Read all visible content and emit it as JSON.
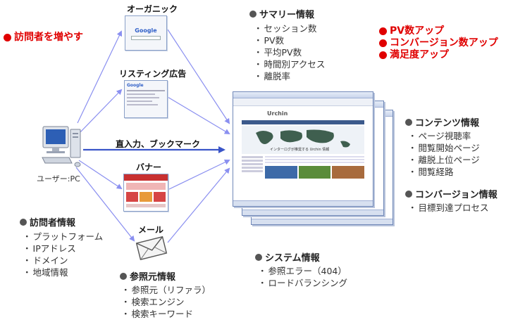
{
  "visitor_goal": "訪問者を増やす",
  "sources": {
    "organic": "オーガニック",
    "listing": "リスティング広告",
    "direct": "直入力、ブックマーク",
    "banner": "バナー",
    "mail": "メール"
  },
  "user_label": "ユーザー:PC",
  "visitor_info": {
    "title": "訪問者情報",
    "items": [
      "プラットフォーム",
      "IPアドレス",
      "ドメイン",
      "地域情報"
    ]
  },
  "referrer_info": {
    "title": "参照元情報",
    "items": [
      "参照元（リファラ）",
      "検索エンジン",
      "検索キーワード"
    ]
  },
  "summary_info": {
    "title": "サマリー情報",
    "items": [
      "セッション数",
      "PV数",
      "平均PV数",
      "時間別アクセス",
      "離脱率"
    ]
  },
  "goals": [
    "PV数アップ",
    "コンバージョン数アップ",
    "満足度アップ"
  ],
  "content_info": {
    "title": "コンテンツ情報",
    "items": [
      "ページ視聴率",
      "閲覧開始ページ",
      "離脱上位ページ",
      "閲覧経路"
    ]
  },
  "conversion_info": {
    "title": "コンバージョン情報",
    "items": [
      "目標到達プロセス"
    ]
  },
  "system_info": {
    "title": "システム情報",
    "items": [
      "参照エラー（404）",
      "ロードバランシング"
    ]
  },
  "thumb_brand": "Google",
  "screenshot": {
    "logo": "Urchin",
    "headline": "インターログが推奨する Urchin 情報"
  },
  "colors": {
    "accent_red": "#e00000",
    "arrow": "#8a8ff0",
    "arrow_direct": "#3a55c8"
  }
}
